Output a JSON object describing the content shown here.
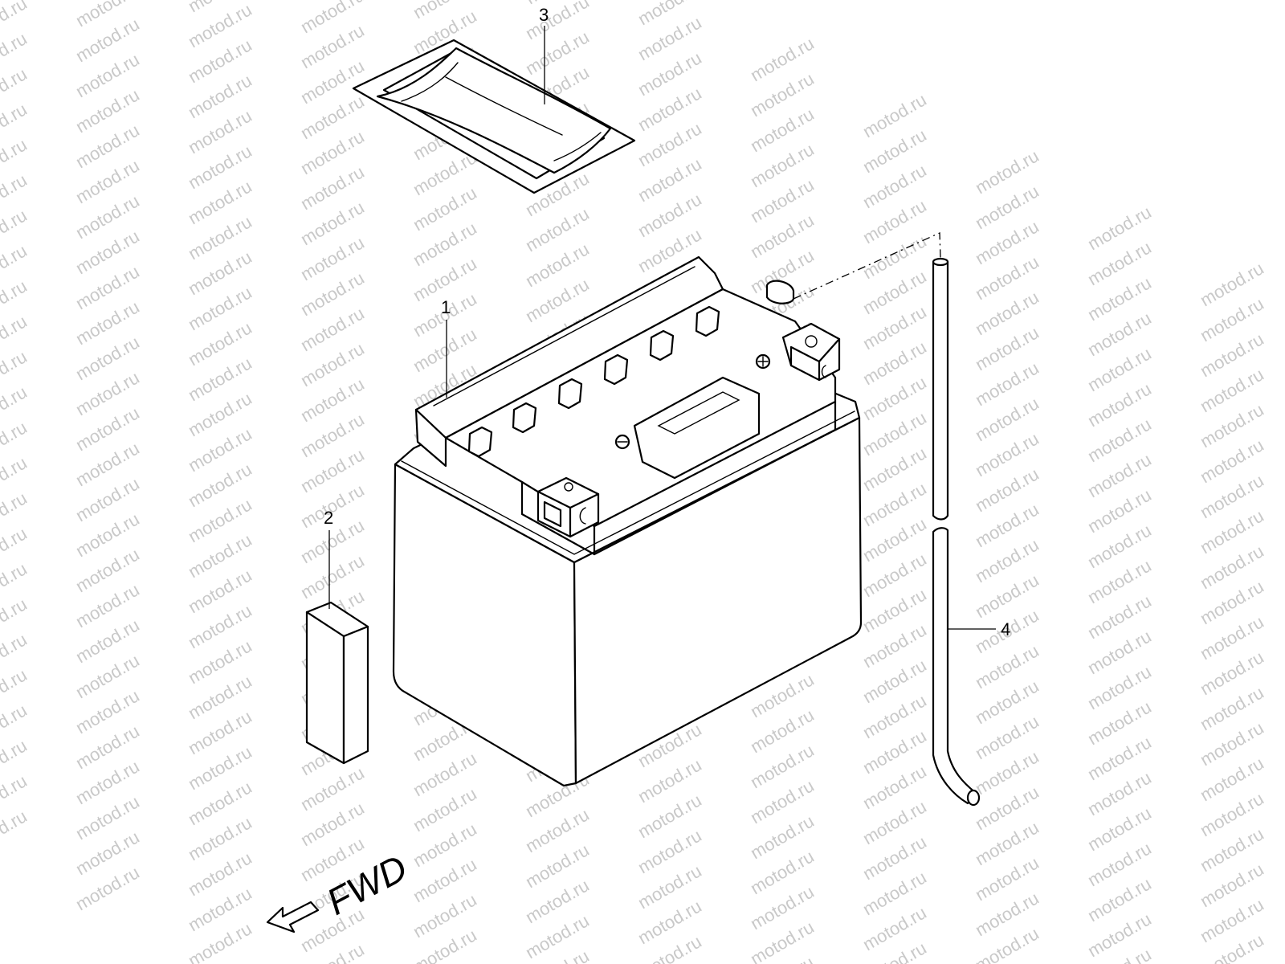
{
  "watermark": {
    "text": "motod.ru"
  },
  "callouts": [
    {
      "id": "battery",
      "label": "1"
    },
    {
      "id": "spacer",
      "label": "2"
    },
    {
      "id": "strap",
      "label": "3"
    },
    {
      "id": "vent-hose",
      "label": "4"
    }
  ],
  "direction_indicator": {
    "label": "FWD"
  }
}
